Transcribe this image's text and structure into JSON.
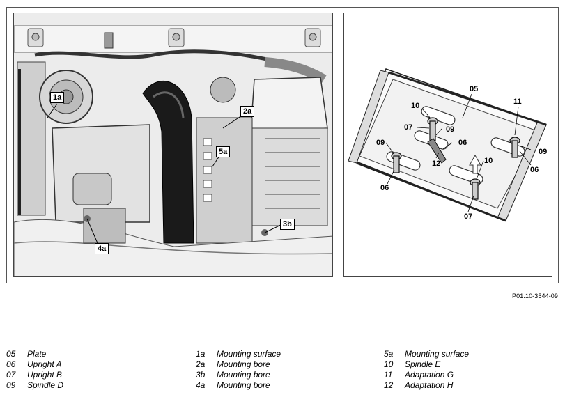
{
  "figure_ref": "P01.10-3544-09",
  "left_callouts": [
    {
      "label": "1a"
    },
    {
      "label": "2a"
    },
    {
      "label": "5a"
    },
    {
      "label": "3b"
    },
    {
      "label": "4a"
    }
  ],
  "right_callouts": [
    {
      "label": "05"
    },
    {
      "label": "11"
    },
    {
      "label": "10"
    },
    {
      "label": "07"
    },
    {
      "label": "09"
    },
    {
      "label": "06"
    },
    {
      "label": "12"
    },
    {
      "label": "09"
    },
    {
      "label": "09"
    },
    {
      "label": "06"
    },
    {
      "label": "06"
    },
    {
      "label": "10"
    },
    {
      "label": "07"
    }
  ],
  "legend": {
    "col1": [
      {
        "num": "05",
        "text": "Plate"
      },
      {
        "num": "06",
        "text": "Upright A"
      },
      {
        "num": "07",
        "text": "Upright B"
      },
      {
        "num": "09",
        "text": "Spindle D"
      }
    ],
    "col2": [
      {
        "num": "1a",
        "text": "Mounting surface"
      },
      {
        "num": "2a",
        "text": "Mounting bore"
      },
      {
        "num": "3b",
        "text": "Mounting bore"
      },
      {
        "num": "4a",
        "text": "Mounting bore"
      }
    ],
    "col3": [
      {
        "num": "5a",
        "text": "Mounting surface"
      },
      {
        "num": "10",
        "text": "Spindle E"
      },
      {
        "num": "11",
        "text": "Adaptation G"
      },
      {
        "num": "12",
        "text": "Adaptation H"
      }
    ]
  }
}
